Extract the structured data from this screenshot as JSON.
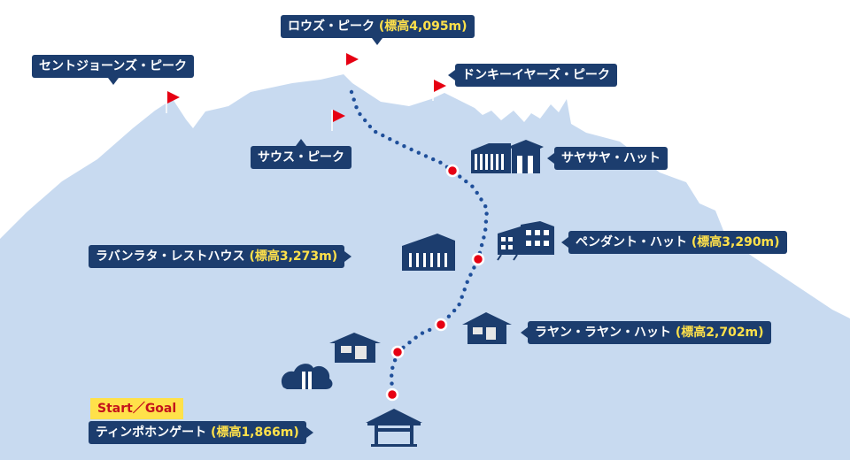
{
  "colors": {
    "mountain": "#c8daf0",
    "label_bg": "#1c3d6e",
    "elevation_text": "#ffe14a",
    "trail_dot": "#1f4f9a",
    "waypoint": "#e60012",
    "flag": "#e60012",
    "building": "#1c3d6e"
  },
  "peaks": {
    "lows": {
      "name": "ロウズ・ピーク",
      "elevation": "(標高4,095m)"
    },
    "st_johns": {
      "name": "セントジョーンズ・ピーク"
    },
    "donkey_ears": {
      "name": "ドンキーイヤーズ・ピーク"
    },
    "south": {
      "name": "サウス・ピーク"
    }
  },
  "huts": {
    "sayat_sayat": {
      "name": "サヤサヤ・ハット"
    },
    "pendant": {
      "name": "ペンダント・ハット",
      "elevation": "(標高3,290m)"
    },
    "laban_rata": {
      "name": "ラバンラタ・レストハウス",
      "elevation": "(標高3,273m)"
    },
    "layang_layang": {
      "name": "ラヤン・ラヤン・ハット",
      "elevation": "(標高2,702m)"
    }
  },
  "gate": {
    "name": "ティンポホンゲート",
    "elevation": "(標高1,866m)"
  },
  "start_goal": "Start／Goal"
}
